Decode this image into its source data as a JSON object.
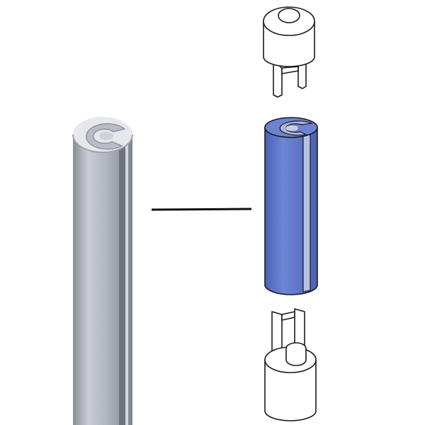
{
  "diagram": {
    "colors": {
      "background": "#ffffff",
      "rod_light": "#c4c7d0",
      "rod_mid": "#a4a8b3",
      "rod_dark": "#7f838e",
      "rod_top_face": "#e9eaee",
      "sleeve_blue": "#5a73c9",
      "sleeve_blue_dark": "#3d55a6",
      "sleeve_blue_light": "#7f95dc",
      "sleeve_inner": "#b9c1df",
      "cap_fill": "#ffffff",
      "outline": "#1a1a1a",
      "connector_line": "#111111"
    },
    "parts": [
      {
        "name": "extruded-rod",
        "color_role": "rod"
      },
      {
        "name": "top-end-cap",
        "color_role": "cap"
      },
      {
        "name": "split-sleeve",
        "color_role": "sleeve"
      },
      {
        "name": "bottom-end-cap",
        "color_role": "cap"
      }
    ]
  }
}
